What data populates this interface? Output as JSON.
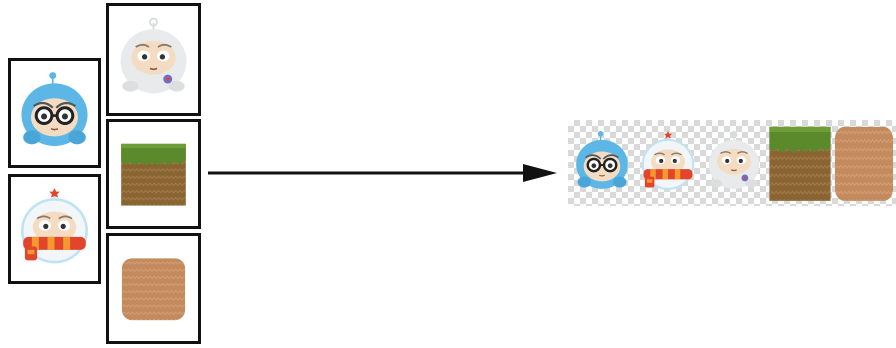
{
  "colors": {
    "tile_border": "#111111",
    "arrow": "#111111",
    "checker": "#d9d9d9",
    "blue_body": "#5cb7e6",
    "white_body": "#e8eaec",
    "skin": "#f3dcc2",
    "scarf_red": "#e2452b",
    "scarf_orange": "#f29a30",
    "grass": "#5b8a2c",
    "dirt": "#8a6534",
    "clay": "#c38a5d"
  },
  "sprites": [
    {
      "id": "blue-character-glasses",
      "icon": "blue-character-with-glasses-icon"
    },
    {
      "id": "white-character-scarf",
      "icon": "white-character-with-scarf-icon"
    },
    {
      "id": "white-character",
      "icon": "white-character-icon"
    },
    {
      "id": "grass-dirt-block",
      "icon": "grass-dirt-block-icon"
    },
    {
      "id": "clay-block",
      "icon": "clay-block-icon"
    }
  ],
  "output": {
    "name": "sprite-sheet",
    "order": [
      "blue-character-glasses",
      "white-character-scarf",
      "white-character",
      "grass-dirt-block",
      "clay-block"
    ]
  }
}
